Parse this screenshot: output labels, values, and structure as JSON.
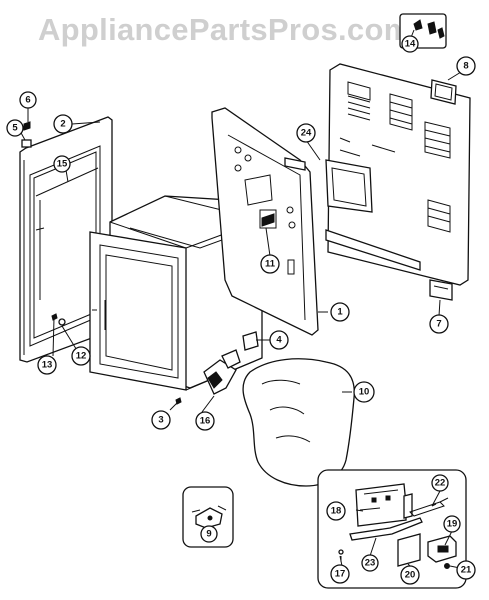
{
  "watermark": "AppliancePartsPros.com",
  "callouts": [
    {
      "id": "1",
      "label": "1"
    },
    {
      "id": "2",
      "label": "2"
    },
    {
      "id": "3",
      "label": "3"
    },
    {
      "id": "4",
      "label": "4"
    },
    {
      "id": "5",
      "label": "5"
    },
    {
      "id": "6",
      "label": "6"
    },
    {
      "id": "7",
      "label": "7"
    },
    {
      "id": "8",
      "label": "8"
    },
    {
      "id": "9",
      "label": "9"
    },
    {
      "id": "10",
      "label": "10"
    },
    {
      "id": "11",
      "label": "11"
    },
    {
      "id": "12",
      "label": "12"
    },
    {
      "id": "13",
      "label": "13"
    },
    {
      "id": "14",
      "label": "14"
    },
    {
      "id": "15",
      "label": "15"
    },
    {
      "id": "16",
      "label": "16"
    },
    {
      "id": "17",
      "label": "17"
    },
    {
      "id": "18",
      "label": "18"
    },
    {
      "id": "19",
      "label": "19"
    },
    {
      "id": "20",
      "label": "20"
    },
    {
      "id": "21",
      "label": "21"
    },
    {
      "id": "22",
      "label": "22"
    },
    {
      "id": "23",
      "label": "23"
    },
    {
      "id": "24",
      "label": "24"
    }
  ]
}
